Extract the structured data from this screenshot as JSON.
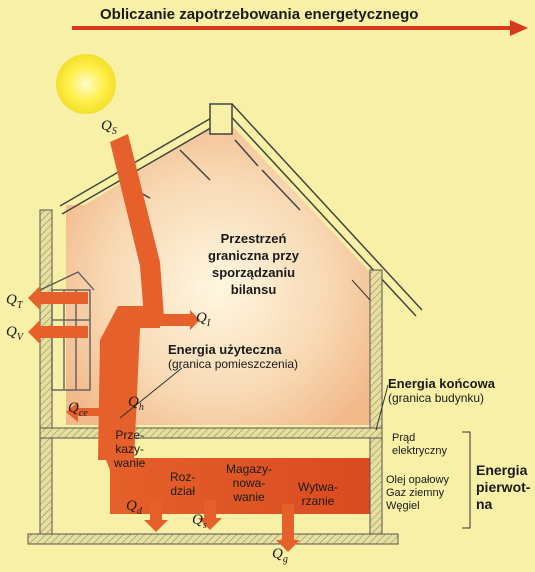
{
  "header": {
    "title": "Obliczanie zapotrzebowania energetycznego"
  },
  "labels": {
    "qs_top": {
      "sym": "Q",
      "sub": "S"
    },
    "qt": {
      "sym": "Q",
      "sub": "T"
    },
    "qv": {
      "sym": "Q",
      "sub": "V"
    },
    "qi": {
      "sym": "Q",
      "sub": "I"
    },
    "qh": {
      "sym": "Q",
      "sub": "h"
    },
    "qce": {
      "sym": "Q",
      "sub": "ce"
    },
    "qd": {
      "sym": "Q",
      "sub": "d"
    },
    "qs_bottom": {
      "sym": "Q",
      "sub": "s"
    },
    "qg": {
      "sym": "Q",
      "sub": "g"
    },
    "boundary": {
      "line1": "Przestrzeń",
      "line2": "graniczna przy",
      "line3": "sporządzaniu",
      "line4": "bilansu"
    },
    "useful": {
      "title": "Energia użyteczna",
      "subtitle": "(granica pomieszczenia)"
    },
    "final": {
      "title": "Energia końcowa",
      "subtitle": "(granica budynku)"
    },
    "primary": {
      "line1": "Energia",
      "line2": "pierwot-",
      "line3": "na"
    },
    "sources": {
      "electricity1": "Prąd",
      "electricity2": "elektryczny",
      "oil": "Olej opałowy",
      "gas": "Gaz ziemny",
      "coal": "Węgiel"
    },
    "stages": {
      "transfer1": "Prze-",
      "transfer2": "kazy-",
      "transfer3": "wanie",
      "distribution1": "Roz-",
      "distribution2": "dział",
      "storage1": "Magazy-",
      "storage2": "nowa-",
      "storage3": "wanie",
      "generation1": "Wytwa-",
      "generation2": "rzanie"
    }
  },
  "colors": {
    "background": "#f7f0a6",
    "energy_flow": "#e5602a",
    "header_arrow": "#d6391e",
    "sun": "#fff04a",
    "wall": "#e0d99a"
  }
}
